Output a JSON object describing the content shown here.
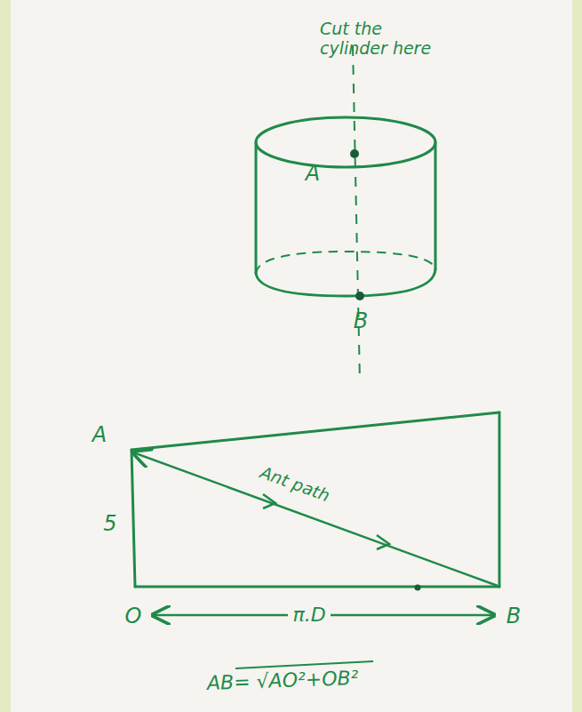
{
  "diagram": {
    "labels": [
      "Cut the cylinder here",
      "A",
      "B",
      "A",
      "5",
      "Ant path",
      "O",
      "π.D",
      "B",
      "AB= √AO²+OB²"
    ]
  }
}
